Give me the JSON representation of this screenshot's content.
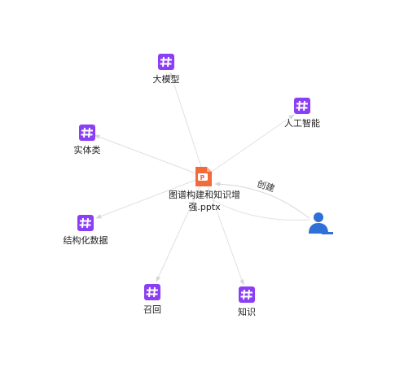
{
  "graph": {
    "center": {
      "icon": "ppt-file-icon",
      "label_line1": "图谱构建和知识增",
      "label_line2": "强.pptx"
    },
    "user": {
      "icon": "user-icon"
    },
    "edge_label": "创建",
    "tags": [
      {
        "id": "damoxing",
        "label": "大模型",
        "icon": "hashtag-icon"
      },
      {
        "id": "rengongzhineng",
        "label": "人工智能",
        "icon": "hashtag-icon"
      },
      {
        "id": "shitilei",
        "label": "实体类",
        "icon": "hashtag-icon"
      },
      {
        "id": "jiegouhuashuju",
        "label": "结构化数据",
        "icon": "hashtag-icon"
      },
      {
        "id": "zhaohui",
        "label": "召回",
        "icon": "hashtag-icon"
      },
      {
        "id": "zhishi",
        "label": "知识",
        "icon": "hashtag-icon"
      }
    ],
    "colors": {
      "tag": "#8b3ff5",
      "ppt": "#f26b3a",
      "user": "#2f6fd8",
      "edge": "#d6d6d6"
    }
  }
}
